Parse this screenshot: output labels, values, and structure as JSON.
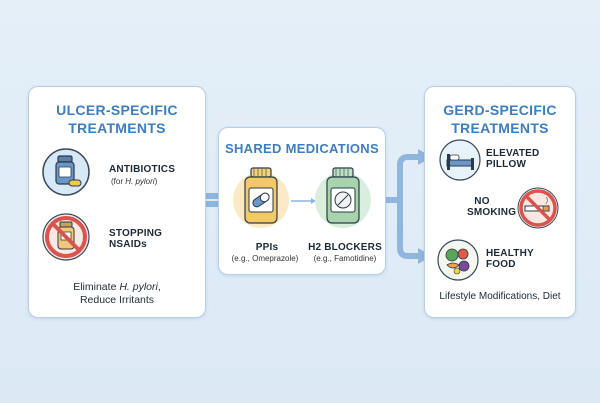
{
  "ulcer": {
    "title_line1": "ULCER-SPECIFIC",
    "title_line2": "TREATMENTS",
    "antibiotics": {
      "label": "ANTIBIOTICS",
      "note_prefix": "(for ",
      "note_italic": "H. pylori",
      "note_suffix": ")"
    },
    "nsaids": {
      "label_line1": "STOPPING",
      "label_line2": "NSAIDs"
    },
    "caption_prefix": "Eliminate ",
    "caption_italic": "H. pylori",
    "caption_suffix": ",",
    "caption_line2": "Reduce Irritants"
  },
  "shared": {
    "title": "SHARED MEDICATIONS",
    "ppi": {
      "label": "PPIs",
      "example": "(e.g., Omeprazole)"
    },
    "h2": {
      "label": "H2 BLOCKERS",
      "example": "(e.g., Famotidine)"
    }
  },
  "gerd": {
    "title_line1": "GERD-SPECIFIC",
    "title_line2": "TREATMENTS",
    "pillow": {
      "label_line1": "ELEVATED",
      "label_line2": "PILLOW"
    },
    "smoking": {
      "label_line1": "NO",
      "label_line2": "SMOKING"
    },
    "food": {
      "label_line1": "HEALTHY",
      "label_line2": "FOOD"
    },
    "caption": "Lifestyle Modifications, Diet"
  },
  "colors": {
    "accent": "#3e7ec0",
    "arrow": "#8fb6dd",
    "prohibit": "#d9534f",
    "panel_border": "#b7cfe6"
  },
  "icons": [
    "pill-bottle-icon",
    "capsule-icon",
    "prohibited-pill-bottle-icon",
    "tablet-icon",
    "bed-icon",
    "no-smoking-icon",
    "healthy-food-icon"
  ]
}
